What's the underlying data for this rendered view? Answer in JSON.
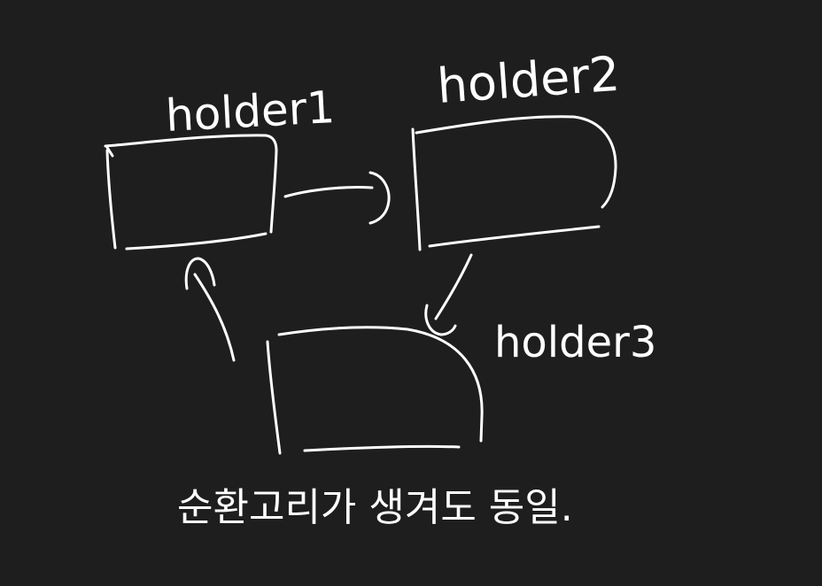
{
  "diagram": {
    "nodes": [
      {
        "id": "holder1",
        "label": "holder1"
      },
      {
        "id": "holder2",
        "label": "holder2"
      },
      {
        "id": "holder3",
        "label": "holder3"
      }
    ],
    "edges": [
      {
        "from": "holder1",
        "to": "holder2"
      },
      {
        "from": "holder2",
        "to": "holder3"
      },
      {
        "from": "holder3",
        "to": "holder1"
      }
    ],
    "caption": "순환고리가 생겨도 동일."
  },
  "colors": {
    "background": "#1e1e1e",
    "ink": "#ffffff"
  }
}
